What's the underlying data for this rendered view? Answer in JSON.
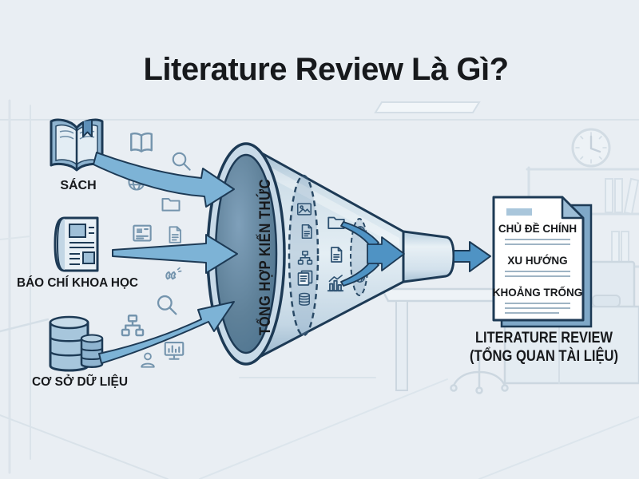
{
  "title": "Literature Review Là Gì?",
  "sources": [
    {
      "label": "SÁCH",
      "icon": "books-icon"
    },
    {
      "label": "BÁO CHÍ KHOA HỌC",
      "icon": "newspaper-icon"
    },
    {
      "label": "CƠ SỞ DỮ LIỆU",
      "icon": "database-icon"
    }
  ],
  "floating_icons": [
    "open-book-icon",
    "search-icon",
    "globe-icon",
    "folder-icon",
    "news-doc-icon",
    "document-icon",
    "citation-icon",
    "search-icon",
    "hierarchy-icon",
    "monitor-chart-icon",
    "person-icon"
  ],
  "funnel": {
    "label": "TỔNG HỢP KIẾN THỨC",
    "stage1_icons": [
      "image-icon",
      "document-icon",
      "hierarchy-icon",
      "papers-icon",
      "database-icon"
    ],
    "stage2_icons": [
      "folder-icon",
      "document-icon",
      "bar-chart-icon"
    ],
    "stage3_icons": [
      "pie-chart-icon",
      "globe-icon"
    ]
  },
  "output": {
    "document_items": [
      "CHỦ ĐỀ CHÍNH",
      "XU HƯỚNG",
      "KHOẢNG TRỐNG"
    ],
    "caption_line1": "LITERATURE REVIEW",
    "caption_line2": "(TỔNG QUAN TÀI LIỆU)"
  },
  "colors": {
    "background": "#e9eef3",
    "outline": "#1d3a55",
    "arrow_fill": "#7db3d6",
    "arrow_solid": "#4f93c4",
    "funnel_body_light": "#e4eef4",
    "funnel_mouth_inner": "#5f8199",
    "icon_blue": "#9fc0d8",
    "text_dark": "#17191c"
  }
}
